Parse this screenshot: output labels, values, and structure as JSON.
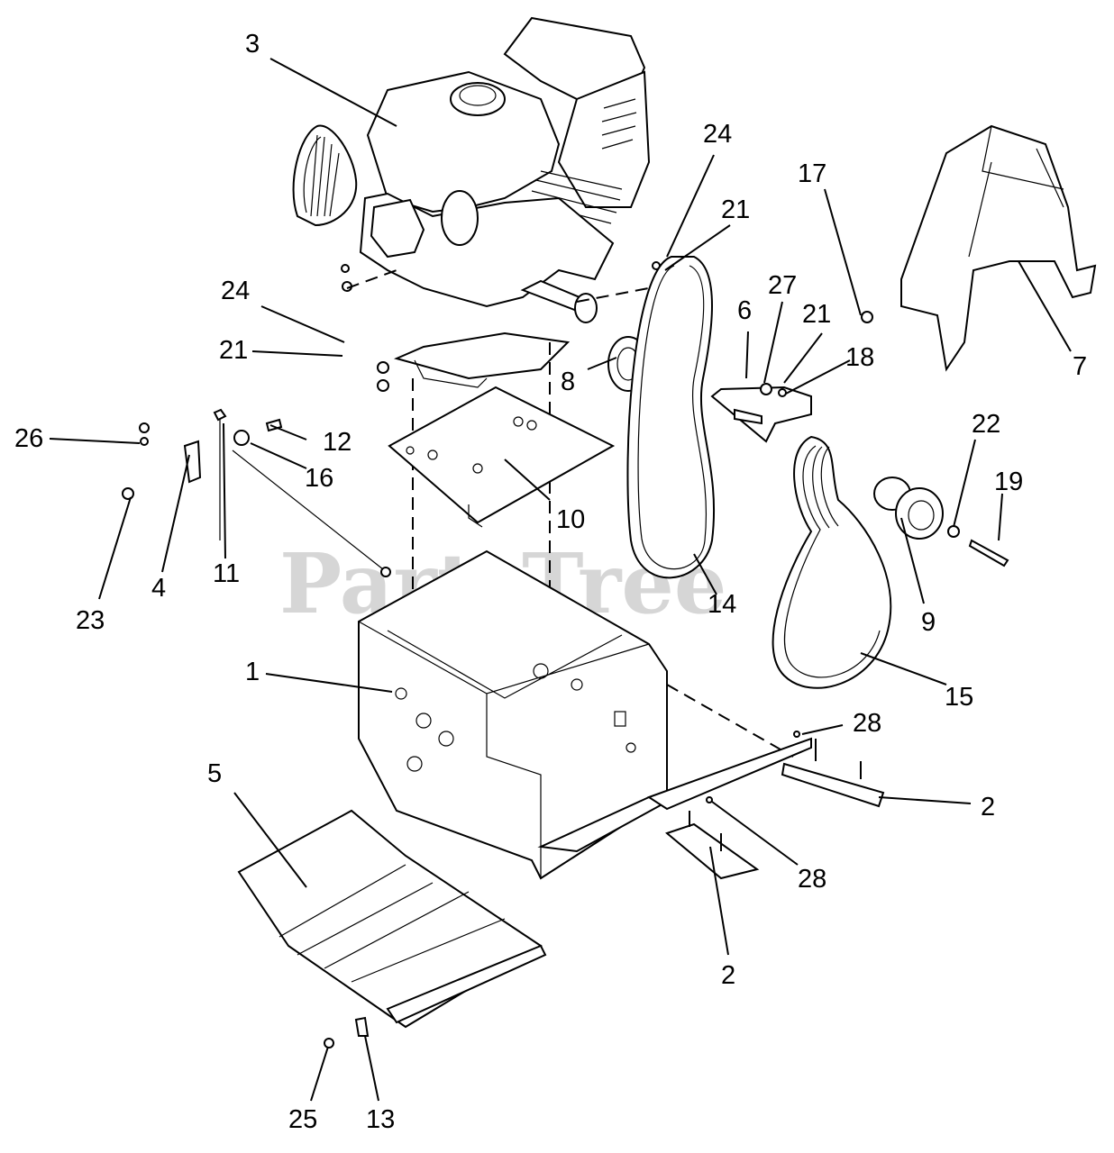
{
  "watermark": "PartsTree",
  "callouts": [
    {
      "id": "c3",
      "text": "3"
    },
    {
      "id": "c24a",
      "text": "24"
    },
    {
      "id": "c21a",
      "text": "21"
    },
    {
      "id": "c17",
      "text": "17"
    },
    {
      "id": "c27",
      "text": "27"
    },
    {
      "id": "c6",
      "text": "6"
    },
    {
      "id": "c21b",
      "text": "21"
    },
    {
      "id": "c18",
      "text": "18"
    },
    {
      "id": "c7",
      "text": "7"
    },
    {
      "id": "c24b",
      "text": "24"
    },
    {
      "id": "c21c",
      "text": "21"
    },
    {
      "id": "c8",
      "text": "8"
    },
    {
      "id": "c26",
      "text": "26"
    },
    {
      "id": "c12",
      "text": "12"
    },
    {
      "id": "c16",
      "text": "16"
    },
    {
      "id": "c22",
      "text": "22"
    },
    {
      "id": "c19",
      "text": "19"
    },
    {
      "id": "c10",
      "text": "10"
    },
    {
      "id": "c11",
      "text": "11"
    },
    {
      "id": "c4",
      "text": "4"
    },
    {
      "id": "c23",
      "text": "23"
    },
    {
      "id": "c14",
      "text": "14"
    },
    {
      "id": "c9",
      "text": "9"
    },
    {
      "id": "c1",
      "text": "1"
    },
    {
      "id": "c15",
      "text": "15"
    },
    {
      "id": "c28a",
      "text": "28"
    },
    {
      "id": "c5",
      "text": "5"
    },
    {
      "id": "c2a",
      "text": "2"
    },
    {
      "id": "c28b",
      "text": "28"
    },
    {
      "id": "c2b",
      "text": "2"
    },
    {
      "id": "c25",
      "text": "25"
    },
    {
      "id": "c13",
      "text": "13"
    }
  ]
}
